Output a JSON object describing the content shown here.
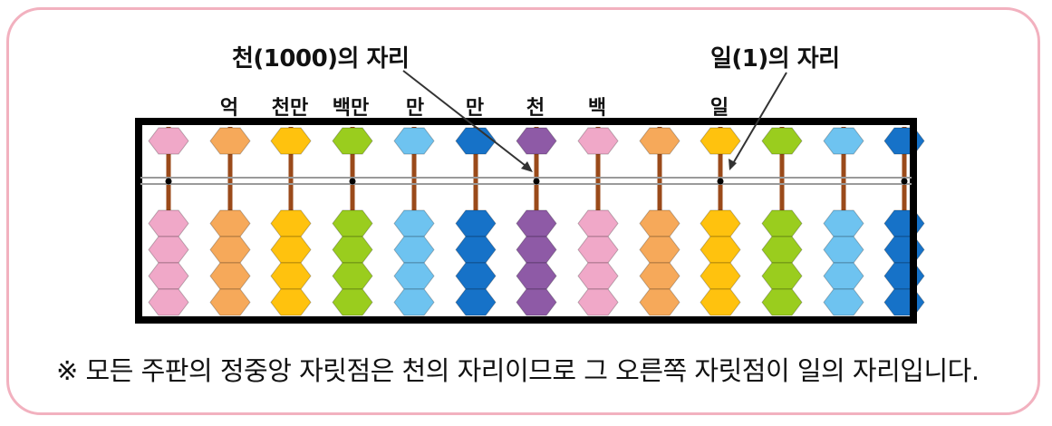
{
  "callouts": {
    "thousand": "천(1000)의 자리",
    "one": "일(1)의 자리"
  },
  "place_labels": [
    "억",
    "천만",
    "백만",
    "만",
    "만",
    "천",
    "백",
    "일"
  ],
  "rods": [
    {
      "color": "#f0a8c8",
      "upper": 1,
      "lower": 4
    },
    {
      "color": "#f6a95a",
      "upper": 1,
      "lower": 4
    },
    {
      "color": "#ffc20e",
      "upper": 1,
      "lower": 4
    },
    {
      "color": "#9acd1e",
      "upper": 1,
      "lower": 4
    },
    {
      "color": "#6ec3f0",
      "upper": 1,
      "lower": 4
    },
    {
      "color": "#1672c8",
      "upper": 1,
      "lower": 4
    },
    {
      "color": "#8e5aa6",
      "upper": 1,
      "lower": 4
    },
    {
      "color": "#f0a8c8",
      "upper": 1,
      "lower": 4
    },
    {
      "color": "#f6a95a",
      "upper": 1,
      "lower": 4
    },
    {
      "color": "#ffc20e",
      "upper": 1,
      "lower": 4
    },
    {
      "color": "#9acd1e",
      "upper": 1,
      "lower": 4
    },
    {
      "color": "#6ec3f0",
      "upper": 1,
      "lower": 4
    },
    {
      "color": "#1672c8",
      "upper": 1,
      "lower": 4
    }
  ],
  "note": "※ 모든 주판의 정중앙 자릿점은 천의 자리이므로 그 오른쪽 자릿점이 일의 자리입니다.",
  "colors": {
    "card_border": "#f2b1bf",
    "frame": "#000000",
    "rod": "#9a4a1a"
  }
}
